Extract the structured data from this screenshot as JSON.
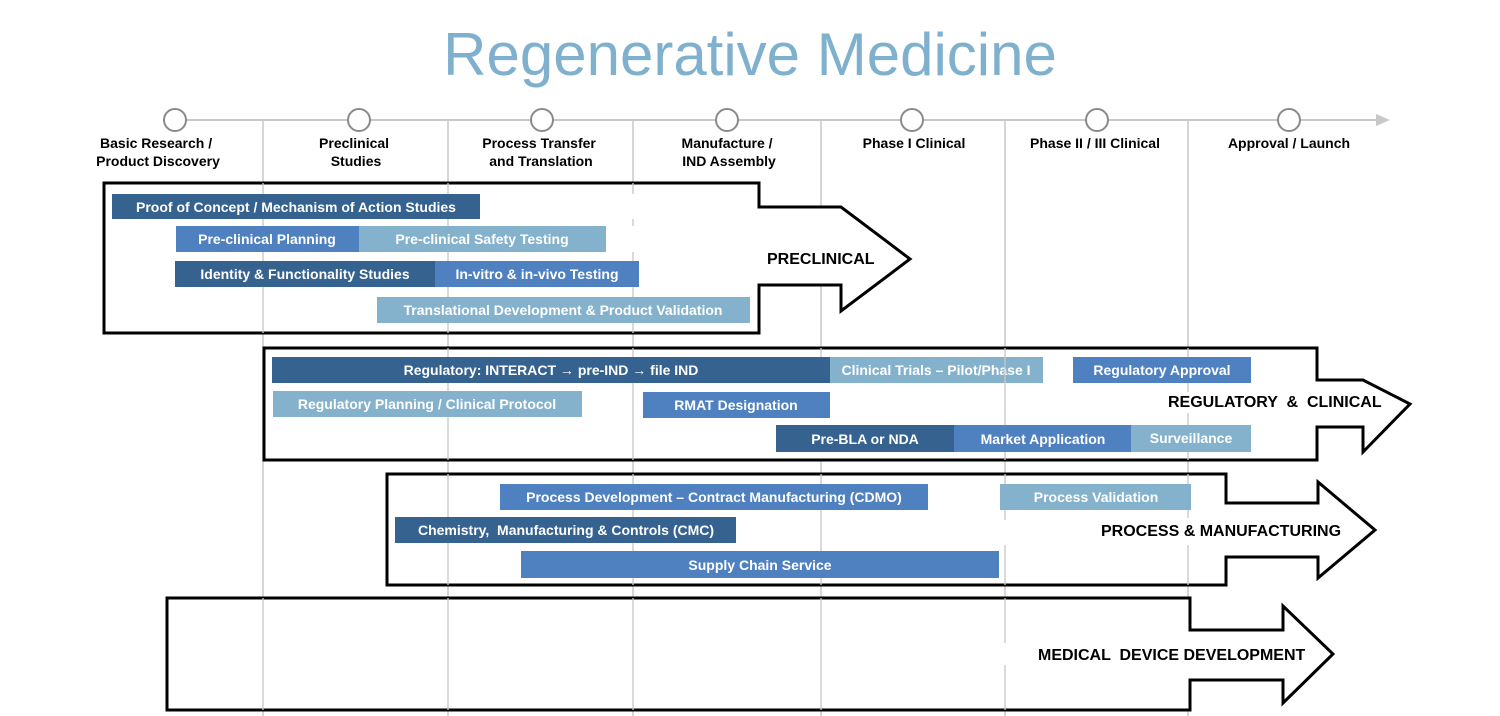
{
  "title": "Regenerative Medicine",
  "colors": {
    "title": "#7fb1cf",
    "dark": "#35628f",
    "mid": "#4f80c0",
    "light": "#84b2cd",
    "timeline": "#c8c8c8",
    "milestone": "#8a8a8a"
  },
  "stages": [
    {
      "line1": "Basic Research /",
      "line2": "Product Discovery"
    },
    {
      "line1": "Preclinical",
      "line2": "Studies"
    },
    {
      "line1": "Process Transfer",
      "line2": "and Translation"
    },
    {
      "line1": "Manufacture /",
      "line2": "IND Assembly"
    },
    {
      "line1": "Phase I Clinical",
      "line2": ""
    },
    {
      "line1": "Phase II / III Clinical",
      "line2": ""
    },
    {
      "line1": "Approval / Launch",
      "line2": ""
    }
  ],
  "sections": [
    {
      "label": "PRECLINICAL",
      "bars": [
        {
          "label": "Proof of Concept / Mechanism of Action  Studies",
          "color": "dark"
        },
        {
          "label": "Pre-clinical Planning",
          "color": "mid"
        },
        {
          "label": "Pre-clinical Safety Testing",
          "color": "light"
        },
        {
          "label": "Identity & Functionality Studies",
          "color": "dark"
        },
        {
          "label": "In-vitro & in-vivo Testing",
          "color": "mid"
        },
        {
          "label": "Translational Development & Product Validation",
          "color": "light"
        }
      ]
    },
    {
      "label": "REGULATORY  &  CLINICAL",
      "bars": [
        {
          "label": "Regulatory: INTERACT → pre-IND → file IND",
          "color": "dark"
        },
        {
          "label": "Clinical Trials – Pilot/Phase I",
          "color": "light"
        },
        {
          "label": "Regulatory Approval",
          "color": "mid"
        },
        {
          "label": "Regulatory Planning / Clinical Protocol",
          "color": "light"
        },
        {
          "label": "RMAT Designation",
          "color": "mid"
        },
        {
          "label": "Pre-BLA or NDA",
          "color": "dark"
        },
        {
          "label": "Market Application",
          "color": "mid"
        },
        {
          "label": "Surveillance",
          "color": "light"
        }
      ]
    },
    {
      "label": "PROCESS & MANUFACTURING",
      "bars": [
        {
          "label": "Process Development – Contract Manufacturing (CDMO)",
          "color": "mid"
        },
        {
          "label": "Process Validation",
          "color": "light"
        },
        {
          "label": "Chemistry,  Manufacturing & Controls (CMC)",
          "color": "dark"
        },
        {
          "label": "Supply Chain Service",
          "color": "mid"
        }
      ]
    },
    {
      "label": "MEDICAL  DEVICE DEVELOPMENT",
      "bars": []
    }
  ]
}
